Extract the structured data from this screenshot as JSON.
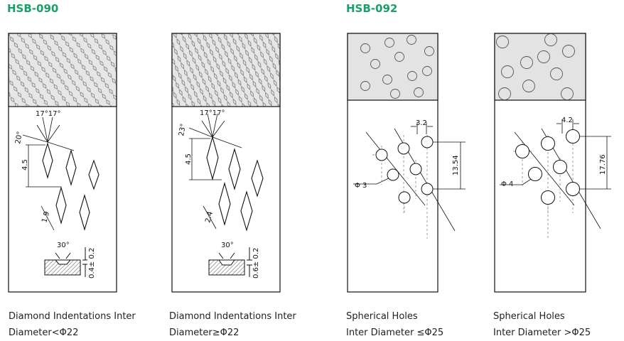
{
  "headings": {
    "left": "HSB-090",
    "right": "HSB-092"
  },
  "colors": {
    "heading": "#1a9e6a",
    "texture_fill": "#e3e3e3",
    "line": "#111111"
  },
  "panels": [
    {
      "caption_line1": "Diamond Indentations Inter",
      "caption_line2": "Diameter<Φ22",
      "label_angles": "17°17°",
      "label_tilt": "20°",
      "label_pitch": "4.5",
      "label_step": "1.9",
      "label_groove": "30°",
      "label_depth": "0.4± 0.2"
    },
    {
      "caption_line1": "Diamond Indentations Inter",
      "caption_line2": "Diameter≥Φ22",
      "label_angles": "17°17°",
      "label_tilt": "23°",
      "label_pitch": "4.5",
      "label_step": "2.4",
      "label_groove": "30°",
      "label_depth": "0.6± 0.2"
    },
    {
      "caption_line1": "Spherical Holes",
      "caption_line2": "Inter Diameter ≤Φ25",
      "label_spacing": "3.2",
      "label_span": "13.54",
      "label_diameter": "Φ 3"
    },
    {
      "caption_line1": "Spherical Holes",
      "caption_line2": "Inter Diameter >Φ25",
      "label_spacing": "4.2",
      "label_span": "17.76",
      "label_diameter": "Φ 4"
    }
  ]
}
